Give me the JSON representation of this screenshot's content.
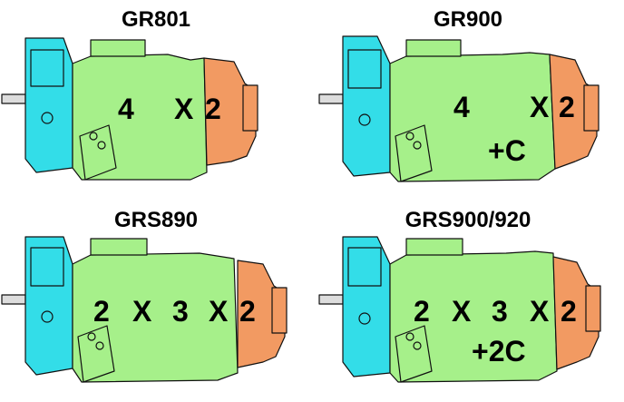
{
  "panels": [
    {
      "title": "GR801",
      "labels": [
        "4",
        "X",
        "2"
      ],
      "extra": ""
    },
    {
      "title": "GR900",
      "labels": [
        "4",
        "X",
        "2"
      ],
      "extra": "+C"
    },
    {
      "title": "GRS890",
      "labels": [
        "2",
        "X",
        "3",
        "X",
        "2"
      ],
      "extra": ""
    },
    {
      "title": "GRS900/920",
      "labels": [
        "2",
        "X",
        "3",
        "X",
        "2"
      ],
      "extra": "+2C"
    }
  ],
  "colors": {
    "input_housing": "#33dde8",
    "gear_housing": "#a6f08a",
    "range_housing": "#f29a62",
    "outline": "#111111"
  },
  "icons": [
    "gearbox-illustration"
  ]
}
